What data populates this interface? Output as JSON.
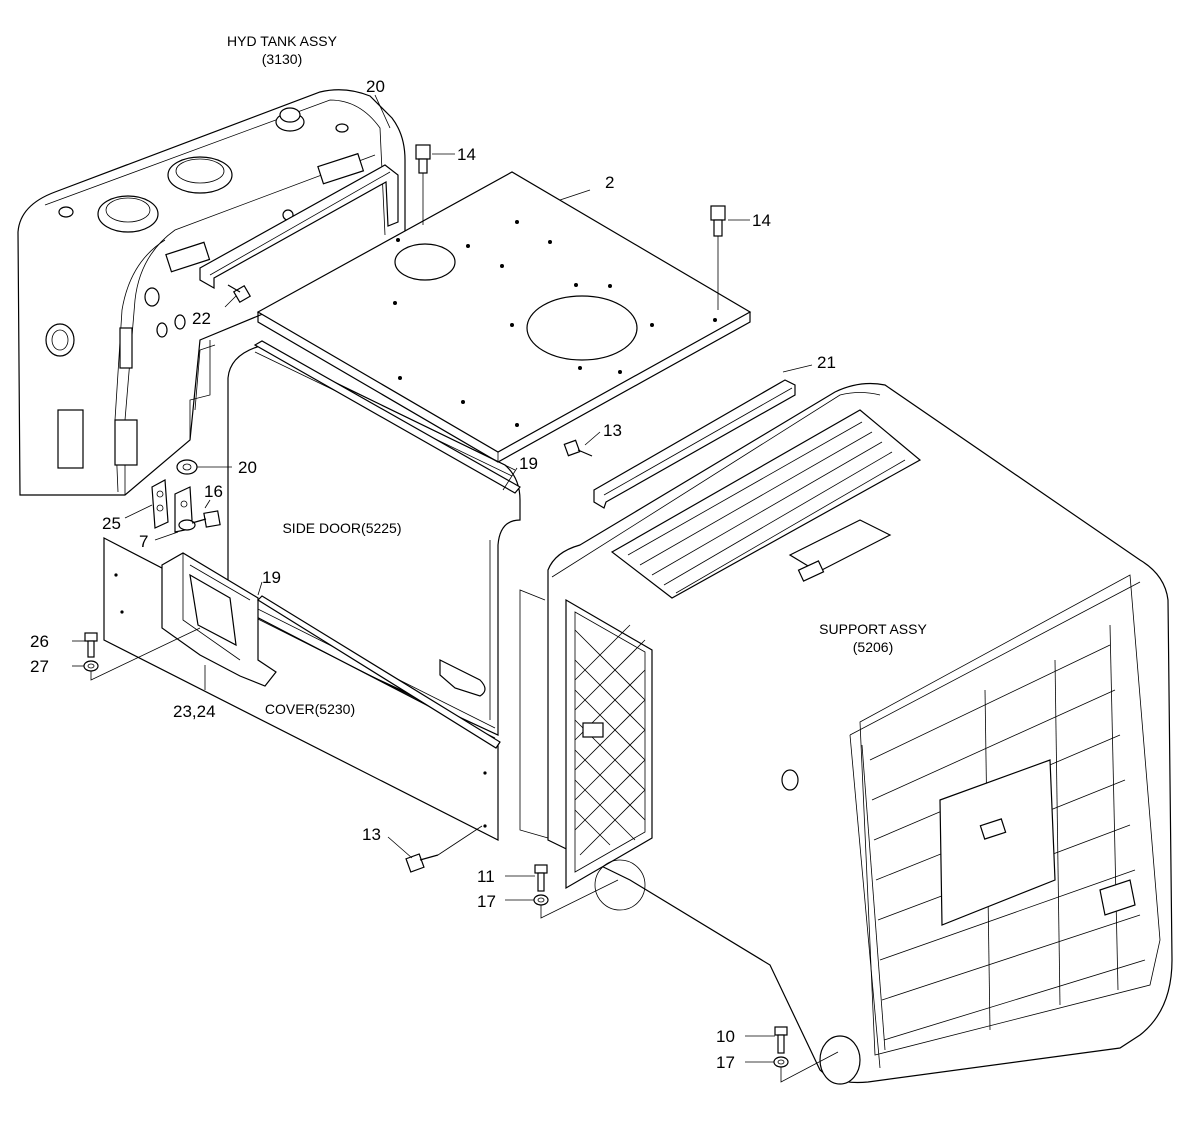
{
  "assemblies": {
    "hyd_tank": {
      "title": "HYD TANK ASSY",
      "code": "(3130)"
    },
    "support": {
      "title": "SUPPORT ASSY",
      "code": "(5206)"
    },
    "side_door": {
      "title": "SIDE DOOR(5225)"
    },
    "cover": {
      "title": "COVER(5230)"
    }
  },
  "callouts": {
    "p2": "2",
    "p7": "7",
    "p10": "10",
    "p11": "11",
    "p13a": "13",
    "p13b": "13",
    "p14a": "14",
    "p14b": "14",
    "p16": "16",
    "p17a": "17",
    "p17b": "17",
    "p19a": "19",
    "p19b": "19",
    "p20a": "20",
    "p20b": "20",
    "p21": "21",
    "p22": "22",
    "p23_24": "23,24",
    "p25": "25",
    "p26": "26",
    "p27": "27"
  }
}
